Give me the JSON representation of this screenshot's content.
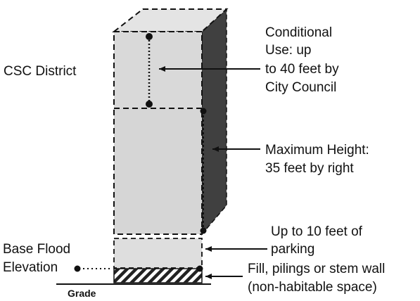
{
  "labels": {
    "district": "CSC District",
    "conditional_line1": "Conditional",
    "conditional_line2": "Use: up",
    "conditional_line3": "to 40 feet by",
    "conditional_line4": "City Council",
    "max_height_line1": "Maximum Height:",
    "max_height_line2": "35 feet by right",
    "parking_line1": "Up to 10 feet of",
    "parking_line2": "parking",
    "base_flood_line1": "Base Flood",
    "base_flood_line2": "Elevation",
    "fill_line1": "Fill, pilings or stem wall",
    "fill_line2": "(non-habitable space)",
    "grade": "Grade"
  },
  "colors": {
    "front_face": "#d9d9d9",
    "top_face": "#e4e4e4",
    "side_face": "#404040",
    "outline": "#111111",
    "text": "#111111",
    "background": "#ffffff"
  }
}
